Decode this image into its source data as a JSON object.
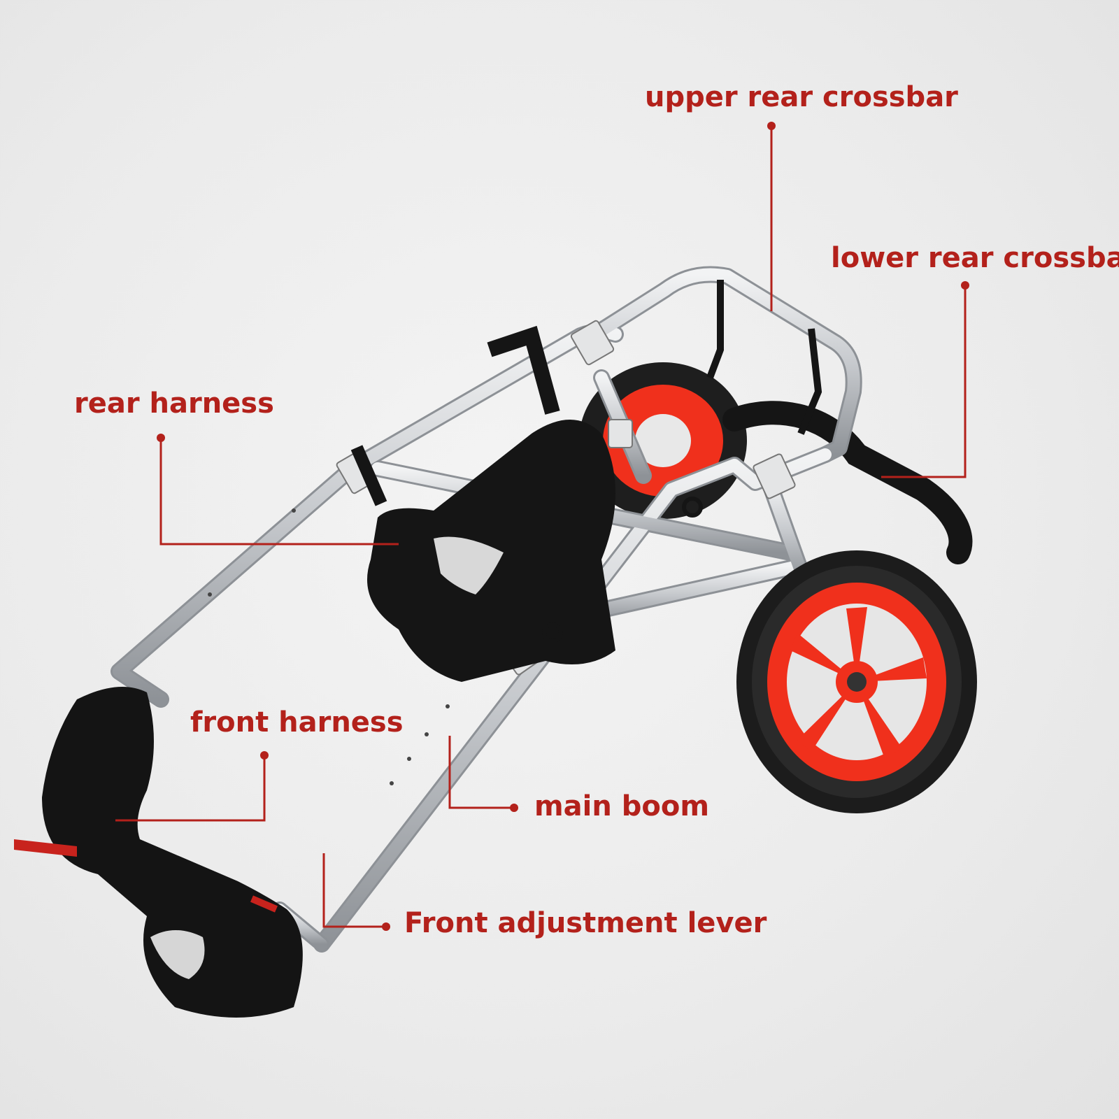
{
  "colors": {
    "accent": "#b3211b",
    "frame": "#c9ccd0",
    "frame_shadow": "#8d9196",
    "harness": "#141414",
    "wheel_hub": "#f0301c",
    "tire": "#1c1c1c",
    "background": "#ececec"
  },
  "icons": [
    "callout-dot-icon",
    "wheel-icon",
    "harness-strap-icon"
  ],
  "labels": {
    "upper_rear_crossbar": "upper rear crossbar",
    "lower_rear_crossbar": "lower rear crossbar",
    "rear_harness": "rear harness",
    "front_harness": "front harness",
    "main_boom": "main boom",
    "front_adjustment_lever": "Front adjustment lever"
  }
}
